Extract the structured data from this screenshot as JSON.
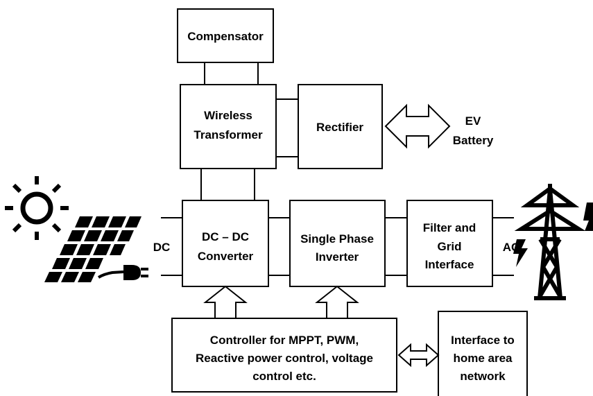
{
  "blocks": {
    "compensator": [
      "Compensator"
    ],
    "wireless_transformer": [
      "Wireless",
      "Transformer"
    ],
    "rectifier": [
      "Rectifier"
    ],
    "dcdc_converter": [
      "DC – DC",
      "Converter"
    ],
    "inverter": [
      "Single Phase",
      "Inverter"
    ],
    "filter": [
      "Filter and",
      "Grid",
      "Interface"
    ],
    "controller": [
      "Controller for MPPT, PWM,",
      "Reactive power control, voltage",
      "control etc."
    ],
    "home_interface": [
      "Interface to",
      "home area",
      "network"
    ]
  },
  "labels": {
    "ev_battery": [
      "EV",
      "Battery"
    ],
    "dc": "DC",
    "ac": "AC"
  },
  "icons": {
    "sun": "sun-icon",
    "solar_panel": "solar-panel-icon",
    "plug": "plug-icon",
    "transmission_tower": "transmission-tower-icon",
    "lightning": "lightning-icon"
  }
}
